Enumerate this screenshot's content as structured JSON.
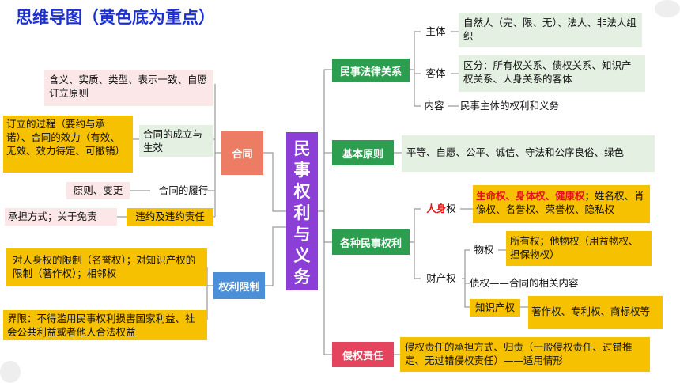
{
  "title": "思维导图（黄色底为重点）",
  "center": "民事权利与义务",
  "hubs": {
    "contract": "合同",
    "rights_limit": "权利限制",
    "civil_relation": "民事法律关系",
    "basic_principle": "基本原则",
    "civil_rights": "各种民事权利",
    "tort": "侵权责任"
  },
  "contract": {
    "meaning": "含义、实质、类型、表示一致、自愿订立原则",
    "formation_label": "合同的成立与生效",
    "formation_detail": "订立的过程（要约与承诺）、合同的效力（有效、无效、效力待定、可撤销）",
    "performance_label": "合同的履行",
    "performance_detail": "原则、变更",
    "breach_label": "违约及违约责任",
    "breach_detail": "承担方式；关于免责"
  },
  "rights_limit": {
    "limit": "对人身权的限制（名誉权）；对知识产权的限制（著作权）；相邻权",
    "boundary": "界限：不得滥用民事权利损害国家利益、社会公共利益或者他人合法权益"
  },
  "civil_relation": {
    "subject_label": "主体",
    "subject_detail": "自然人（完、限、无）、法人、非法人组织",
    "object_label": "客体",
    "object_detail": "区分：所有权关系、债权关系、知识产权关系、人身关系的客体",
    "content_label": "内容",
    "content_detail": "民事主体的权利和义务"
  },
  "basic_principle": {
    "detail": "平等、自愿、公平、诚信、守法和公序良俗、绿色"
  },
  "civil_rights": {
    "personal_label_red": "人身",
    "personal_label_suffix": "权",
    "personal_red": "生命权、身体权、健康权",
    "personal_rest": "；姓名权、肖像权、名誉权、荣誉权、隐私权",
    "property_label": "财产权",
    "real_label": "物权",
    "real_detail": "所有权；他物权（用益物权、担保物权）",
    "debt_label": "债权——合同的相关内容",
    "ip_label": "知识产权",
    "ip_detail": "著作权、专利权、商标权等"
  },
  "tort": {
    "detail": "侵权责任的承担方式、归责（一般侵权责任、过错推定、无过错侵权责任）——适用情形"
  },
  "colors": {
    "title": "#1c2fd1",
    "center": "#8b3fd6",
    "contract_hub": "#ec7c63",
    "limit_hub": "#4a8fd8",
    "right_hubs": "#2d9e4f",
    "tort_hub": "#e4445d",
    "highlight": "#f6c100",
    "pink_box": "#fbe7e7",
    "green_box": "#e4f1e2",
    "red_text": "#e01414"
  }
}
